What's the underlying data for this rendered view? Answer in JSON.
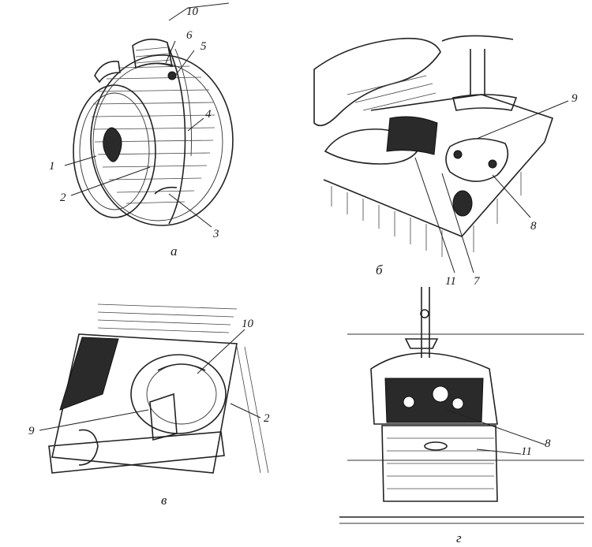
{
  "panels": {
    "a": {
      "caption": "а",
      "labels": [
        "1",
        "2",
        "3",
        "4",
        "5",
        "6",
        "10"
      ]
    },
    "b": {
      "caption": "б",
      "labels": [
        "7",
        "8",
        "9",
        "11"
      ]
    },
    "v": {
      "caption": "в",
      "labels": [
        "2",
        "9",
        "10"
      ]
    },
    "g": {
      "caption": "г",
      "labels": [
        "8",
        "11"
      ]
    }
  },
  "colors": {
    "ink": "#222222",
    "paper": "#ffffff"
  }
}
